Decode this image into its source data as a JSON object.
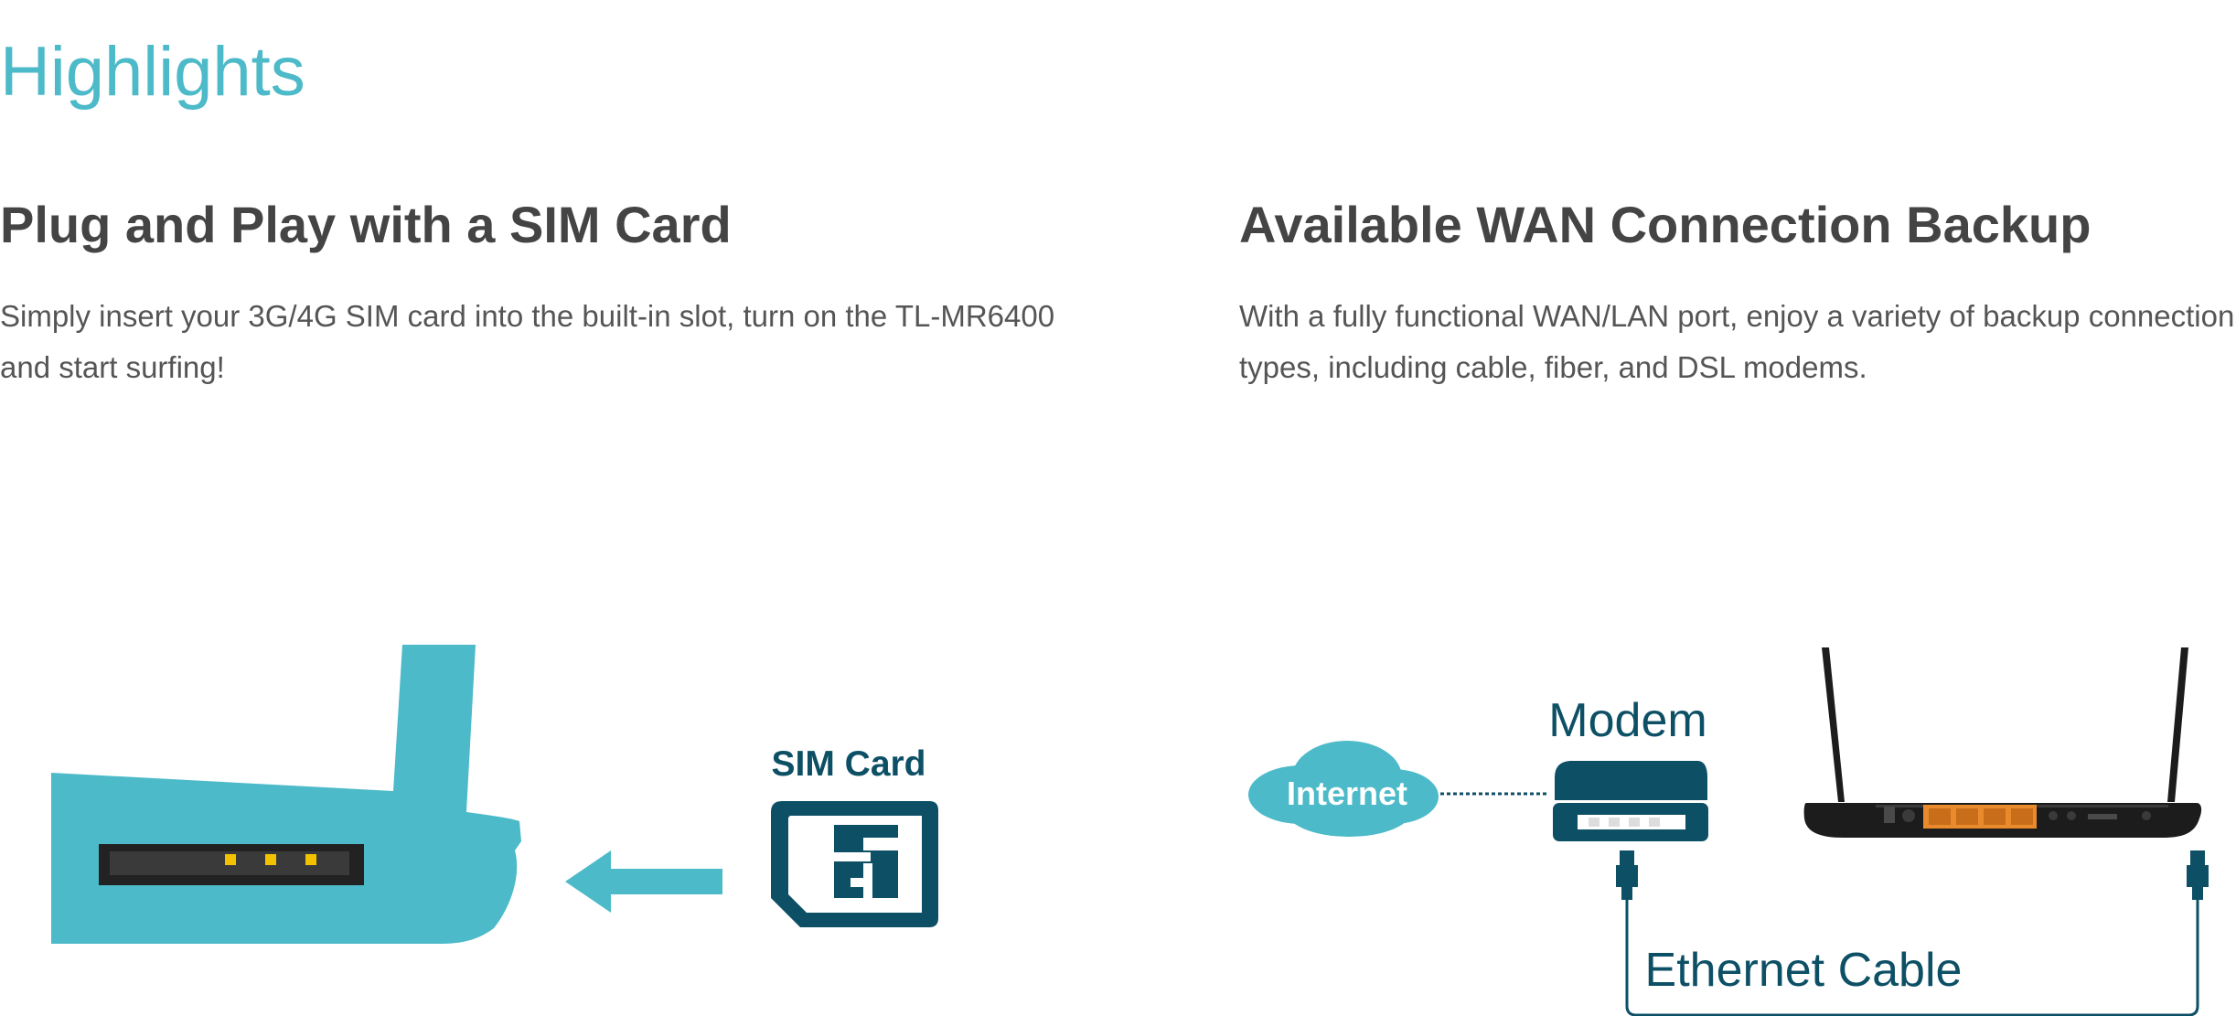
{
  "page": {
    "title": "Highlights"
  },
  "features": [
    {
      "heading": "Plug and Play with a SIM Card",
      "description": "Simply insert your 3G/4G SIM card into the built-in slot, turn on the TL-MR6400 and start surfing!",
      "illustration": {
        "sim_label": "SIM Card"
      }
    },
    {
      "heading": "Available WAN Connection Backup",
      "description": "With a fully functional WAN/LAN port, enjoy a variety of backup connection types, including cable, fiber, and DSL modems.",
      "illustration": {
        "internet_label": "Internet",
        "modem_label": "Modem",
        "cable_label": "Ethernet Cable"
      }
    }
  ],
  "colors": {
    "accent": "#4cbac8",
    "dark_teal": "#0d5066",
    "port_orange": "#e98b2d"
  }
}
